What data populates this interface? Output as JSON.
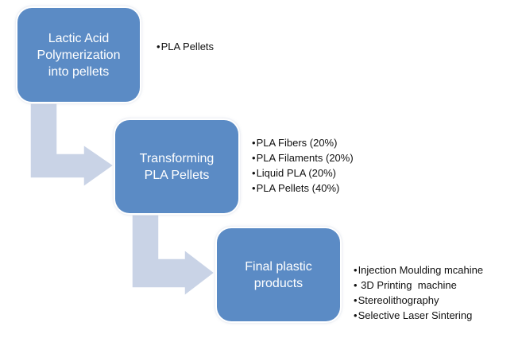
{
  "diagram": {
    "type": "vertical-process-flow",
    "colors": {
      "box_fill": "#5b8bc5",
      "box_text": "#ffffff",
      "arrow_fill": "#c9d3e6",
      "bullet_text": "#111111"
    },
    "steps": [
      {
        "title": "Lactic Acid\nPolymerization\ninto pellets",
        "bullets": [
          "PLA Pellets"
        ]
      },
      {
        "title": "Transforming\nPLA Pellets",
        "bullets": [
          "PLA Fibers (20%)",
          "PLA Filaments (20%)",
          "Liquid PLA (20%)",
          "PLA Pellets (40%)"
        ]
      },
      {
        "title": "Final plastic\nproducts",
        "bullets": [
          "Injection Moulding mcahine",
          " 3D Printing  machine",
          "Stereolithography",
          "Selective Laser Sintering"
        ]
      }
    ],
    "connectors": [
      {
        "from": 0,
        "to": 1,
        "shape": "bent-arrow-down-right"
      },
      {
        "from": 1,
        "to": 2,
        "shape": "bent-arrow-down-right"
      }
    ]
  }
}
